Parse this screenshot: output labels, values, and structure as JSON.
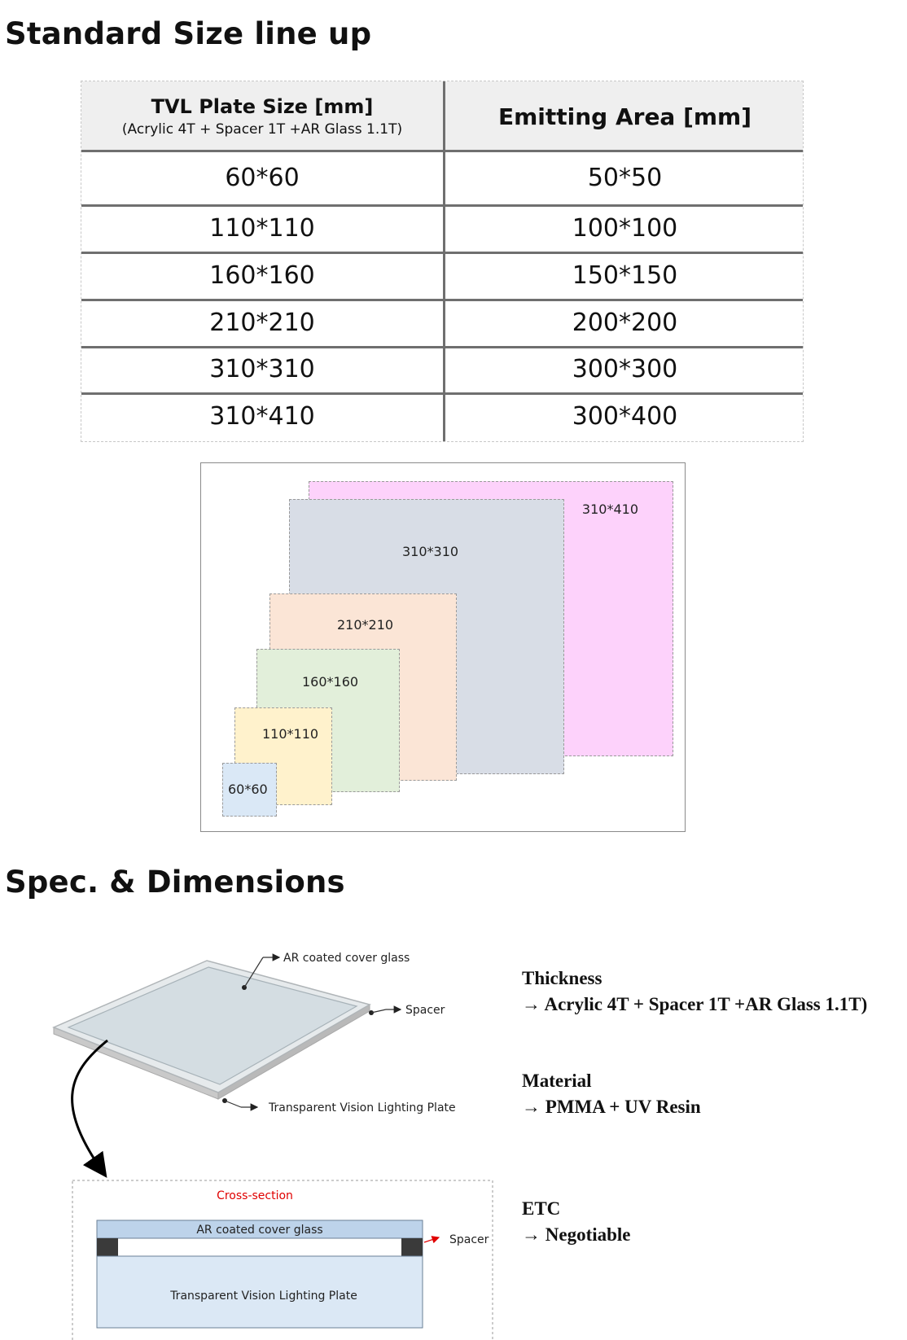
{
  "headings": {
    "size_lineup": "Standard Size line up",
    "spec": "Spec. & Dimensions"
  },
  "table": {
    "header_col1": "TVL Plate Size [mm]",
    "header_col1_sub": "(Acrylic 4T + Spacer 1T +AR Glass 1.1T)",
    "header_col2": "Emitting Area [mm]",
    "rows": [
      [
        "60*60",
        "50*50"
      ],
      [
        "110*110",
        "100*100"
      ],
      [
        "160*160",
        "150*150"
      ],
      [
        "210*210",
        "200*200"
      ],
      [
        "310*310",
        "300*300"
      ],
      [
        "310*410",
        "300*400"
      ]
    ]
  },
  "size_diagram": {
    "squares": [
      {
        "label": "310*410",
        "color": "#fdd2fb"
      },
      {
        "label": "310*310",
        "color": "#d8dde6"
      },
      {
        "label": "210*210",
        "color": "#fbe5d6"
      },
      {
        "label": "160*160",
        "color": "#e2efda"
      },
      {
        "label": "110*110",
        "color": "#fff2cc"
      },
      {
        "label": "60*60",
        "color": "#dae8f6"
      }
    ]
  },
  "spec_diagram": {
    "callout_cover": "AR coated cover glass",
    "callout_spacer": "Spacer",
    "callout_plate": "Transparent Vision Lighting Plate",
    "cross_section_title": "Cross-section",
    "cs_cover": "AR coated cover glass",
    "cs_spacer": "Spacer",
    "cs_plate": "Transparent Vision Lighting Plate",
    "colors": {
      "accent_red": "#e00000",
      "glass": "#bdd3ea",
      "plate": "#dbe8f5",
      "spacer": "#3a3a3a"
    }
  },
  "spec": {
    "thickness_title": "Thickness",
    "thickness_value": "→ Acrylic 4T + Spacer 1T +AR Glass 1.1T)",
    "material_title": "Material",
    "material_value": "→ PMMA + UV Resin",
    "etc_title": "ETC",
    "etc_value": "→  Negotiable"
  }
}
